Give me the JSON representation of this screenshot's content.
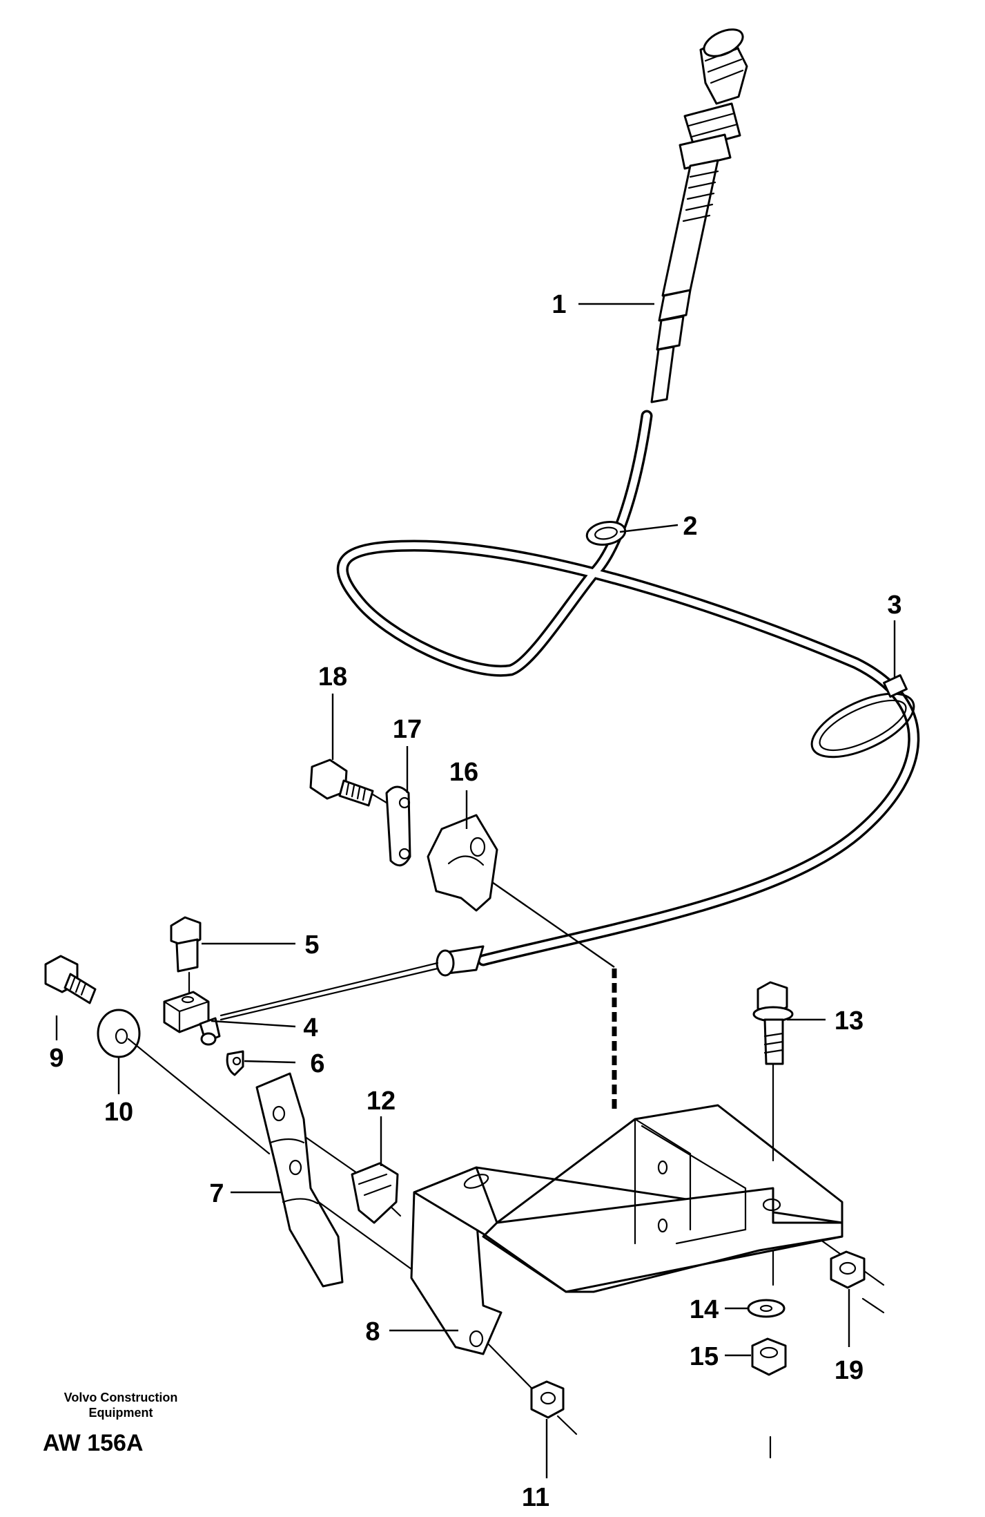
{
  "callouts": [
    "1",
    "2",
    "3",
    "4",
    "5",
    "6",
    "7",
    "8",
    "9",
    "10",
    "11",
    "12",
    "13",
    "14",
    "15",
    "16",
    "17",
    "18",
    "19"
  ],
  "manufacturer": {
    "line1": "Volvo Construction",
    "line2": "Equipment"
  },
  "drawing_code": "AW 156A"
}
